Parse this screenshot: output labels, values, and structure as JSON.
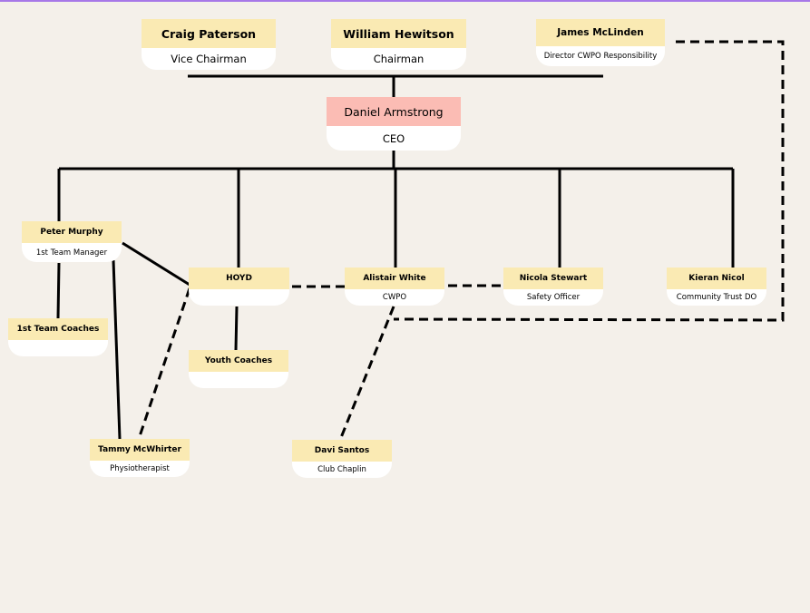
{
  "nodes": {
    "craig": {
      "name": "Craig Paterson",
      "role": "Vice Chairman"
    },
    "william": {
      "name": "William Hewitson",
      "role": "Chairman"
    },
    "james": {
      "name": "James McLinden",
      "role": "Director CWPO Responsibility"
    },
    "daniel": {
      "name": "Daniel Armstrong",
      "role": "CEO"
    },
    "peter": {
      "name": "Peter Murphy",
      "role": "1st Team Manager"
    },
    "hoyd": {
      "name": "HOYD",
      "role": ""
    },
    "alistair": {
      "name": "Alistair White",
      "role": "CWPO"
    },
    "nicola": {
      "name": "Nicola Stewart",
      "role": "Safety Officer"
    },
    "kieran": {
      "name": "Kieran Nicol",
      "role": "Community Trust DO"
    },
    "coaches": {
      "name": "1st Team Coaches",
      "role": ""
    },
    "youth": {
      "name": "Youth Coaches",
      "role": ""
    },
    "tammy": {
      "name": "Tammy McWhirter",
      "role": "Physiotherapist"
    },
    "davi": {
      "name": "Davi Santos",
      "role": "Club Chaplin"
    }
  },
  "colors": {
    "background": "#f4f0ea",
    "name_fill": "#faeab3",
    "ceo_fill": "#fbbcb4",
    "role_fill": "#ffffff",
    "line": "#000000"
  }
}
